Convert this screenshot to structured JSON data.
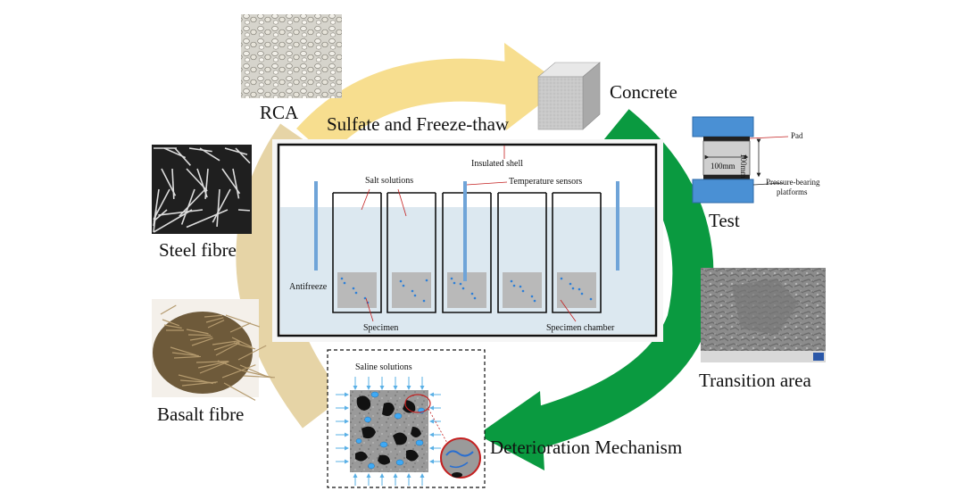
{
  "labels": {
    "rca": "RCA",
    "steel_fibre": "Steel fibre",
    "basalt_fibre": "Basalt fibre",
    "concrete": "Concrete",
    "sulfate_freeze_thaw": "Sulfate and Freeze-thaw",
    "test": "Test",
    "transition_area": "Transition area",
    "deterioration_mechanism": "Deterioration Mechanism"
  },
  "chamber": {
    "insulated_shell": "Insulated shell",
    "salt_solutions": "Salt solutions",
    "temperature_sensors": "Temperature sensors",
    "antifreeze": "Antifreeze",
    "specimen": "Specimen",
    "specimen_chamber": "Specimen chamber"
  },
  "test_setup": {
    "pad": "Pad",
    "dim_h": "100mm",
    "dim_v": "100mm",
    "platforms_line1": "Pressure-bearing",
    "platforms_line2": "platforms"
  },
  "mechanism": {
    "saline_solutions": "Saline solutions"
  },
  "colors": {
    "yellow_arrow": "#f7de8f",
    "tan_arrow": "#e6d4a6",
    "green_arrow": "#0a9a40",
    "solution_blue": "#dce8f0",
    "sensor_blue": "#6fa4d8",
    "platen_blue": "#4a90d4"
  }
}
